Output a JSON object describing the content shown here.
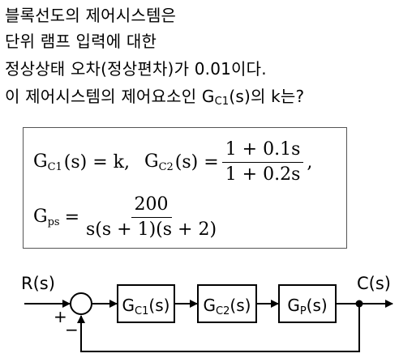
{
  "question": {
    "line1": "블록선도의 제어시스템은",
    "line2": "단위 램프 입력에 대한",
    "line3": "정상상태 오차(정상편차)가 0.01이다.",
    "line4_before": "이 제어시스템의 제어요소인 G",
    "line4_sub": "C1",
    "line4_after": "(s)의 k는?"
  },
  "given": {
    "gc1_lhs": "G",
    "gc1_sub": "C1",
    "gc1_rhs": "(s) = k,",
    "gc2_lhs": "G",
    "gc2_sub": "C2",
    "gc2_eq": "(s) =",
    "gc2_num": "1 + 0.1s",
    "gc2_den": "1 + 0.2s",
    "gc2_tail": ",",
    "gps_lhs": "G",
    "gps_sub": "ps",
    "gps_eq": "=",
    "gps_num": "200",
    "gps_den": "s(s + 1)(s + 2)"
  },
  "diagram": {
    "input_label": "R(s)",
    "output_label": "C(s)",
    "plus_sign": "+",
    "minus_sign": "−",
    "block1_main": "G",
    "block1_sub": "C1",
    "block1_tail": "(s)",
    "block2_main": "G",
    "block2_sub": "C2",
    "block2_tail": "(s)",
    "block3_main": "G",
    "block3_sub": "P",
    "block3_tail": "(s)"
  }
}
